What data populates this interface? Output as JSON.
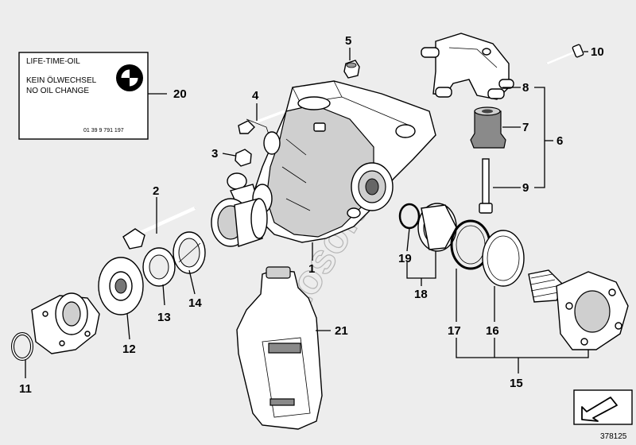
{
  "label": {
    "line1": "LIFE-TIME-OIL",
    "line2": "KEIN ÖLWECHSEL",
    "line3": "NO OIL CHANGE",
    "partno": "01 39 9 791 197"
  },
  "callouts": {
    "c1": "1",
    "c2": "2",
    "c3": "3",
    "c4": "4",
    "c5": "5",
    "c6": "6",
    "c7": "7",
    "c8": "8",
    "c9": "9",
    "c10": "10",
    "c11": "11",
    "c12": "12",
    "c13": "13",
    "c14": "14",
    "c15": "15",
    "c16": "16",
    "c17": "17",
    "c18": "18",
    "c19": "19",
    "c20": "20",
    "c21": "21"
  },
  "diagram_id": "378125",
  "watermark": "Autosoft",
  "logo_icon": "bmw-roundel-icon",
  "nav_icon": "arrow-icon"
}
